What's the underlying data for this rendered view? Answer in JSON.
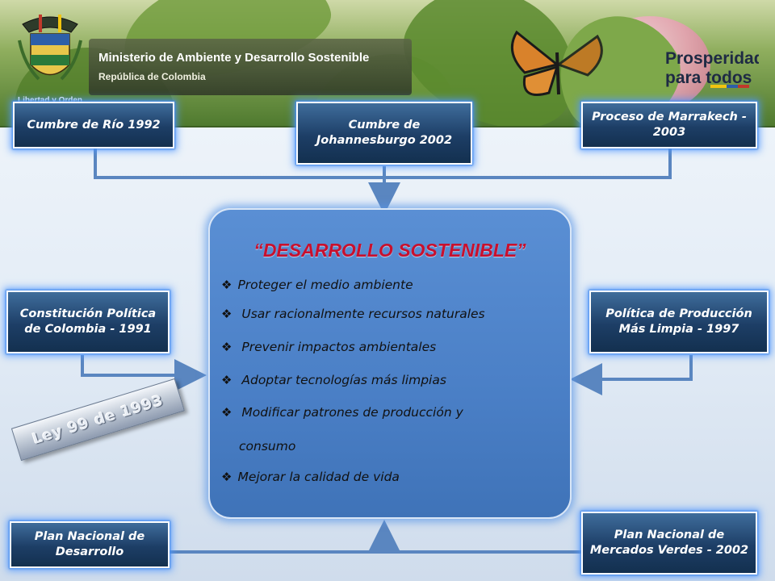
{
  "header": {
    "ministry_name": "Ministerio de Ambiente y Desarrollo Sostenible",
    "country": "República de Colombia",
    "crest_motto": "Libertad y Orden",
    "campaign_logo": "Prosperidad para todos"
  },
  "top_boxes": {
    "rio": "Cumbre de Río 1992",
    "johannesburgo": "Cumbre de Johannesburgo 2002",
    "marrakech": "Proceso de Marrakech - 2003"
  },
  "side_boxes": {
    "constitucion": "Constitución Política de Colombia - 1991",
    "produccion_limpia": "Política de Producción Más Limpia - 1997"
  },
  "bottom_boxes": {
    "plan_desarrollo": "Plan Nacional de Desarrollo",
    "mercados_verdes": "Plan Nacional de Mercados Verdes - 2002"
  },
  "center": {
    "title": "“DESARROLLO SOSTENIBLE”",
    "bullet_icon": "diamond-bullet-icon",
    "goals": [
      "Proteger el medio ambiente",
      " Usar racionalmente recursos naturales",
      " Prevenir impactos ambientales",
      " Adoptar tecnologías más limpias",
      " Modificar patrones de producción y",
      "Mejorar la calidad de vida"
    ],
    "goal_continuation": "consumo"
  },
  "ley_label": "Ley 99 de 1993",
  "colors": {
    "box_fill": "#1d3e66",
    "box_glow": "#5096ff",
    "panel_fill": "#4a7fc6",
    "title_red": "#c8102e",
    "connector": "#5a86c0"
  }
}
